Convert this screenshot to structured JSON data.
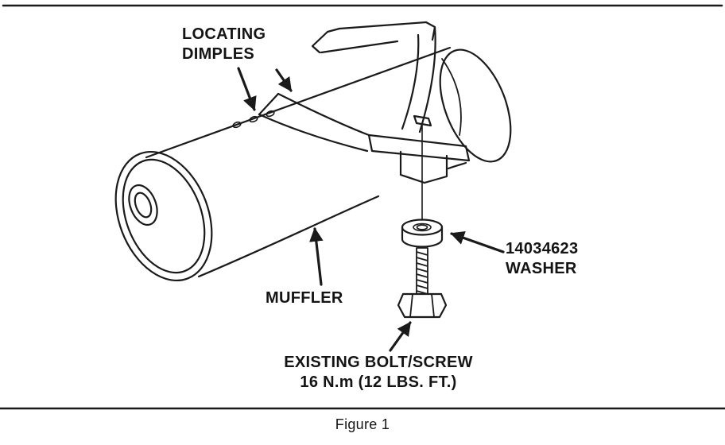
{
  "figure": {
    "caption": "Figure 1",
    "colors": {
      "ink": "#1a1a1a",
      "paper": "#ffffff"
    }
  },
  "callouts": {
    "locating_dimples": {
      "line1": "LOCATING",
      "line2": "DIMPLES"
    },
    "muffler": {
      "label": "MUFFLER"
    },
    "washer": {
      "part_number": "14034623",
      "label": "WASHER"
    },
    "existing_bolt": {
      "line1": "EXISTING BOLT/SCREW",
      "line2": "16 N.m (12 LBS. FT.)"
    }
  }
}
